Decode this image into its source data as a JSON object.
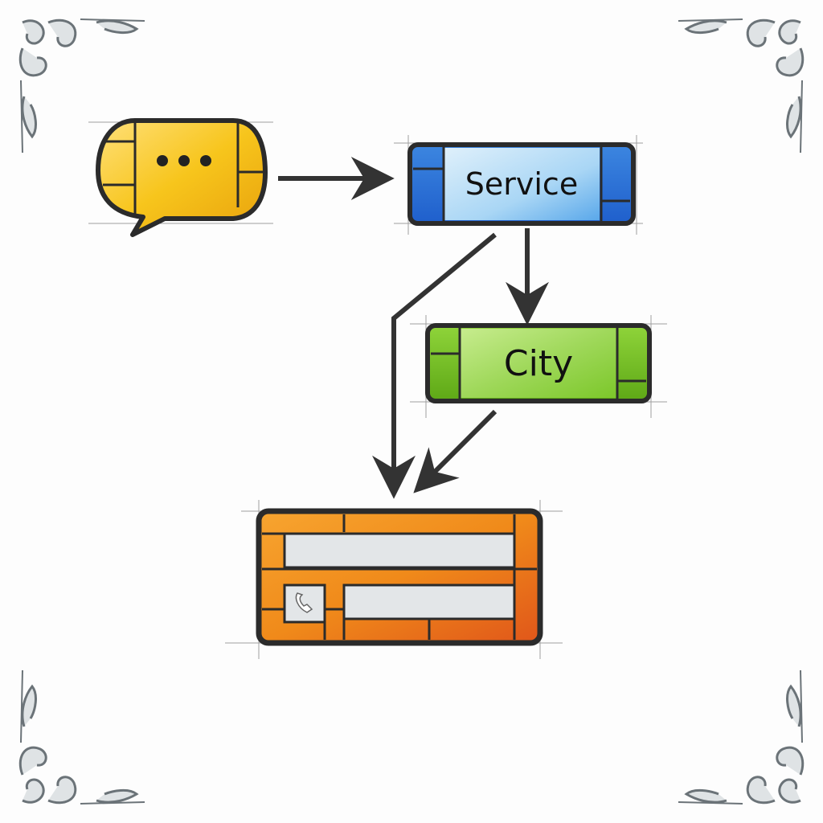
{
  "diagram": {
    "style": "hand-drawn stained-glass flow diagram",
    "nodes": [
      {
        "id": "chat",
        "label": "",
        "icon": "speech-bubble-ellipsis-icon",
        "color": "#f5c21a",
        "shape": "speech-bubble"
      },
      {
        "id": "service",
        "label": "Service",
        "color": "#2f78d8",
        "fill": "#a9d6f5",
        "shape": "rounded-rect"
      },
      {
        "id": "city",
        "label": "City",
        "color": "#6cbf1c",
        "fill": "#9fd85a",
        "shape": "rounded-rect"
      },
      {
        "id": "form",
        "label": "",
        "icon": "form-with-phone-field-icon",
        "color": "#f08a1a",
        "shape": "form-panel"
      }
    ],
    "edges": [
      {
        "from": "chat",
        "to": "service"
      },
      {
        "from": "service",
        "to": "city"
      },
      {
        "from": "service",
        "to": "form"
      },
      {
        "from": "city",
        "to": "form"
      }
    ],
    "decorations": [
      "corner-flourish-top-left",
      "corner-flourish-top-right",
      "corner-flourish-bottom-left",
      "corner-flourish-bottom-right"
    ]
  },
  "colors": {
    "outline": "#2b2b2b",
    "chat_yellow": "#f5c21a",
    "service_blue": "#2f78d8",
    "service_light": "#a9d6f5",
    "city_green": "#7cc72a",
    "city_light": "#aee06a",
    "form_orange": "#f08a1a",
    "form_field": "#dfe3e6",
    "flourish": "#6b7378"
  }
}
